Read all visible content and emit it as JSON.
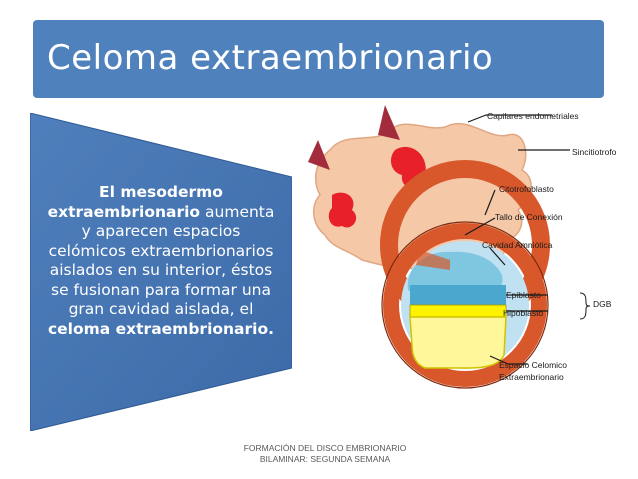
{
  "slide": {
    "title": "Celoma extraembrionario",
    "body": {
      "part1_bold": "El mesodermo extraembrionario",
      "part2": " aumenta y aparecen espacios celómicos extraembrionarios aislados en su interior, éstos se fusionan para formar una gran cavidad aislada, el ",
      "part3_bold": "celoma extraembrionario."
    },
    "footer_line1": "FORMACIÓN DEL DISCO EMBRIONARIO",
    "footer_line2": "BILAMINAR: SEGUNDA SEMANA"
  },
  "diagram": {
    "labels": {
      "capilares": "Capilares endometriales",
      "sincitio": "Sincitiotrofo",
      "citotrofo": "Citotrofoblasto",
      "tallo": "Tallo de Conexión",
      "cavidad": "Cavidad Amniótica",
      "epiblasto": "Epiblasto",
      "hipoblasto": "Hipoblasto",
      "dgb": "DGB",
      "espacio1": "Espacio Celomico",
      "espacio2": "Extraembrionario"
    },
    "colors": {
      "syncytio": "#f5c8a8",
      "capillary": "#e8202a",
      "cytotrophoblast": "#d9582b",
      "amniotic": "#7fc6e0",
      "epiblast": "#4aa8cf",
      "hypoblast": "#fff200",
      "coelom": "#bfe1f2"
    }
  }
}
